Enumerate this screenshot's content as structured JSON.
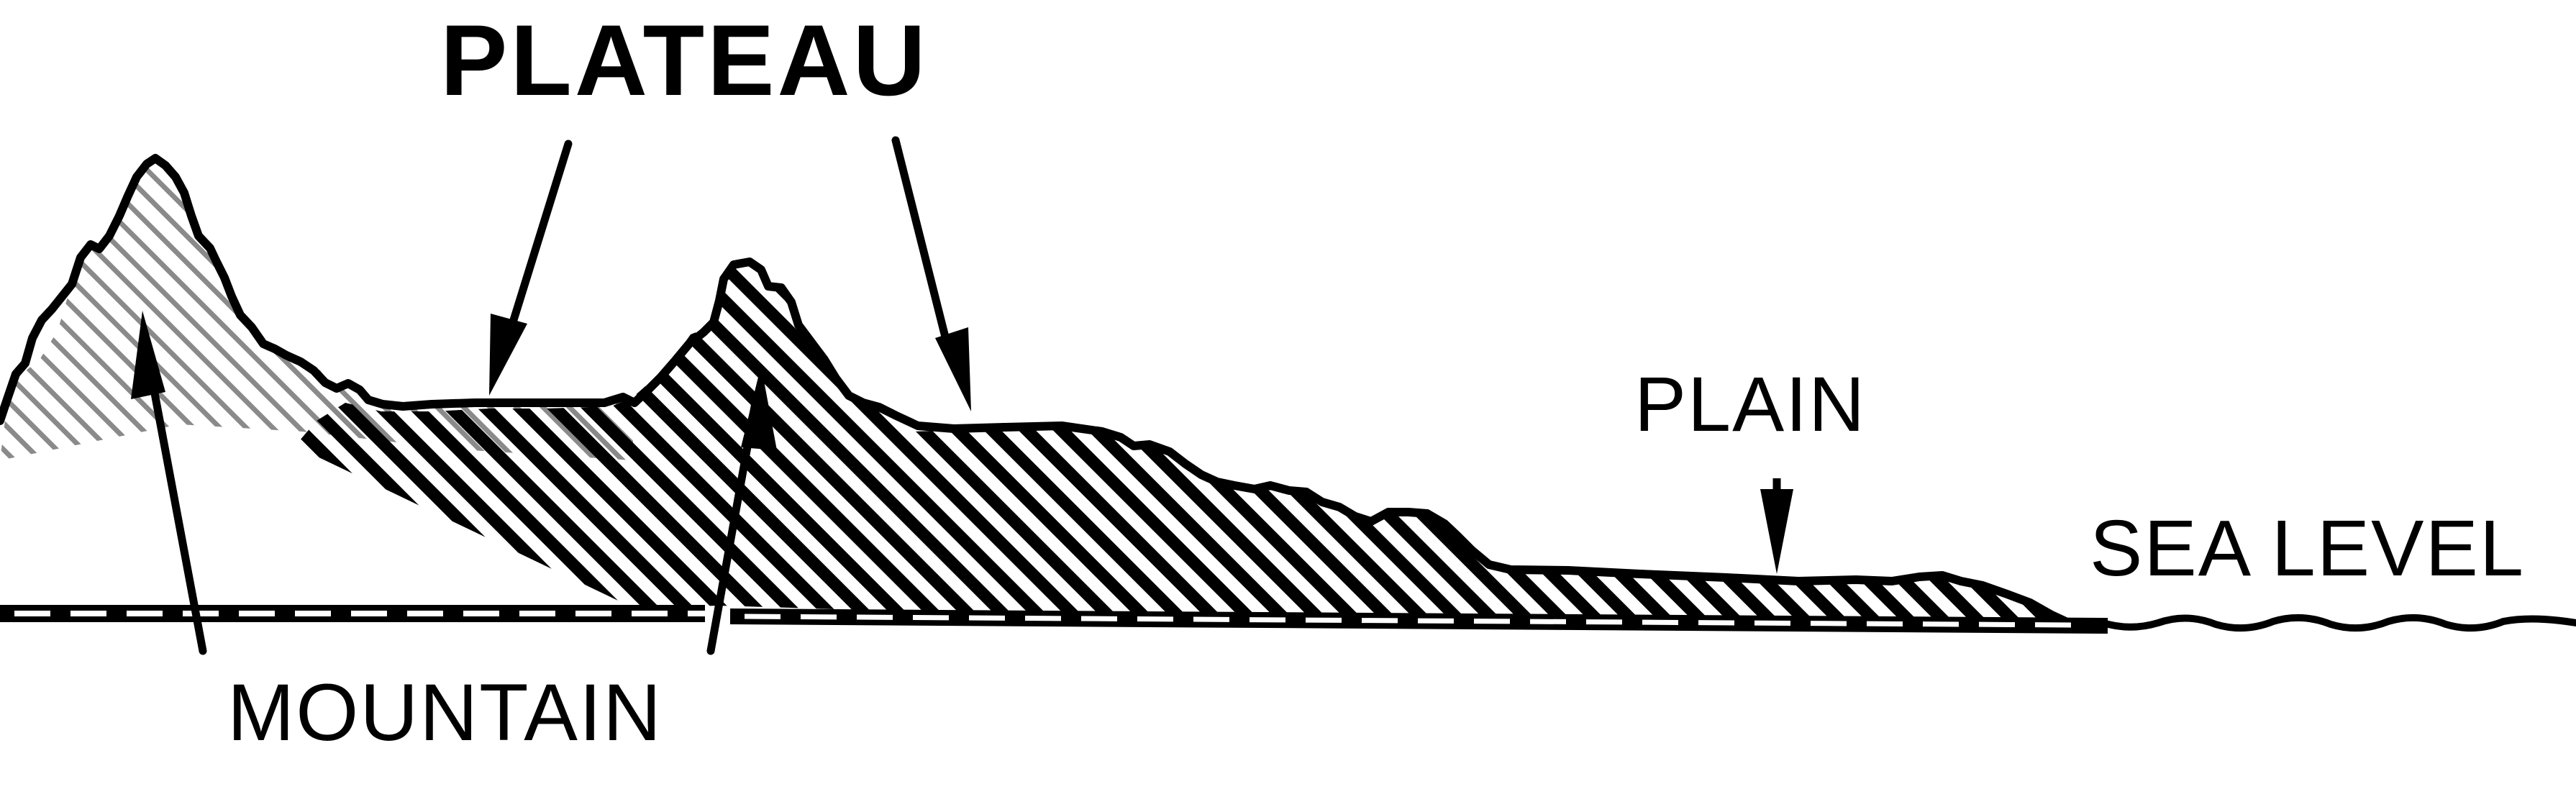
{
  "labels": {
    "plateau": "PLATEAU",
    "plain": "PLAIN",
    "sea_level": "SEA LEVEL",
    "mountain": "MOUNTAIN"
  },
  "colors": {
    "ink": "#000000",
    "background": "#ffffff",
    "light_hatch": "#8a8a8a"
  }
}
